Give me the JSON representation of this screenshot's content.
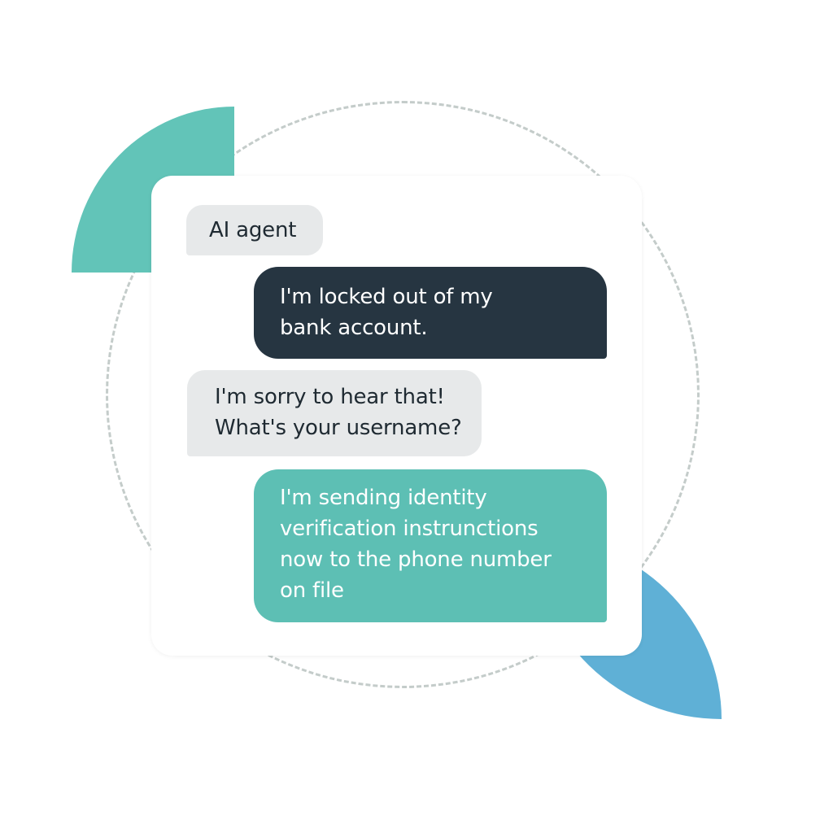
{
  "colors": {
    "teal_accent": "#62c4b8",
    "blue_accent": "#5fb0d6",
    "dark_bubble": "#263541",
    "teal_bubble": "#5dbfb4",
    "light_bubble": "#e7e9ea",
    "dark_text": "#1f2a32",
    "light_text": "#ffffff"
  },
  "chat": {
    "agent_tag": "AI agent",
    "messages": [
      {
        "sender": "user",
        "text": "I'm locked out of my\nbank account."
      },
      {
        "sender": "agent",
        "text": "I'm sorry to hear that!\nWhat's your username?"
      },
      {
        "sender": "user",
        "text": "I'm sending identity\nverification instrunctions\nnow to the phone number\non file"
      }
    ]
  }
}
